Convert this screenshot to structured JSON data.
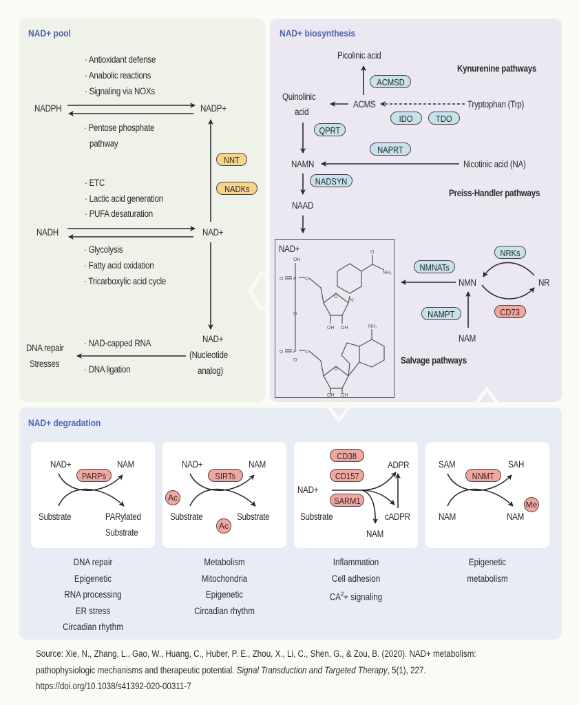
{
  "pool": {
    "title": "NAD+ pool",
    "nadph": "NADPH",
    "nadp": "NADP+",
    "nadph_forward": [
      "· Antioxidant defense",
      "· Anabolic reactions",
      "· Signaling via NOXs"
    ],
    "nadph_reverse": [
      "· Pentose phosphate",
      "pathway"
    ],
    "nadh": "NADH",
    "nad": "NAD+",
    "nadh_forward": [
      "· ETC",
      "· Lactic acid generation",
      "· PUFA desaturation"
    ],
    "nadh_reverse": [
      "· Glycolysis",
      "· Fatty acid oxidation",
      "· Tricarboxylic acid cycle"
    ],
    "enzymes": [
      "NNT",
      "NADKs"
    ],
    "nucleotide": [
      "NAD+",
      "(Nucleotide",
      "analog)"
    ],
    "nucleotide_roles": [
      "· NAD-capped RNA",
      "· DNA ligation"
    ],
    "outcome": [
      "DNA repair",
      "Stresses"
    ]
  },
  "biosynthesis": {
    "title": "NAD+ biosynthesis",
    "kynurenine_label": "Kynurenine pathways",
    "preiss_label": "Preiss-Handler pathways",
    "salvage_label": "Salvage pathways",
    "picolinic": "Picolinic acid",
    "quinolinic": [
      "Quinolinic",
      "acid"
    ],
    "acms": "ACMS",
    "tryptophan": "Tryptophan (Trp)",
    "namn": "NAMN",
    "naad": "NAAD",
    "nicotinic": "Nicotinic acid (NA)",
    "nmn": "NMN",
    "nr": "NR",
    "nam": "NAM",
    "molecule_label": "NAD+",
    "enzymes": {
      "acmsd": "ACMSD",
      "ido": "IDO",
      "tdo": "TDO",
      "qprt": "QPRT",
      "naprt": "NAPRT",
      "nadsyn": "NADSYN",
      "nmnats": "NMNATs",
      "nrks": "NRKs",
      "cd73": "CD73",
      "nampt": "NAMPT"
    }
  },
  "degradation": {
    "title": "NAD+ degradation",
    "cards": [
      {
        "enzyme": "PARPs",
        "top_left": "NAD+",
        "top_right": "NAM",
        "bottom_left": "Substrate",
        "bottom_right": [
          "PARylated",
          "Substrate"
        ],
        "roles": [
          "DNA repair",
          "Epigenetic",
          "RNA processing",
          "ER stress",
          "Circadian rhythm"
        ]
      },
      {
        "enzyme": "SIRTs",
        "top_left": "NAD+",
        "top_right": "NAM",
        "bottom_left": "Substrate",
        "bottom_right": [
          "Substrate"
        ],
        "tag": "Ac",
        "roles": [
          "Metabolism",
          "Mitochondria",
          "Epigenetic",
          "Circadian rhythm"
        ]
      },
      {
        "enzymes": [
          "CD38",
          "CD157",
          "SARM1"
        ],
        "input": "NAD+",
        "substrate": "Substrate",
        "adpr": "ADPR",
        "cadpr": "cADPR",
        "nam": "NAM",
        "roles": [
          "Inflammation",
          "Cell adhesion",
          "CA2+ signaling"
        ]
      },
      {
        "enzyme": "NNMT",
        "top_left": "SAM",
        "top_right": "SAH",
        "bottom_left": "NAM",
        "bottom_right": [
          "NAM"
        ],
        "tag": "Me",
        "roles": [
          "Epigenetic",
          "metabolism"
        ]
      }
    ]
  },
  "source": {
    "line1": "Source: Xie, N., Zhang, L., Gao, W., Huang, C., Huber, P. E., Zhou, X., Li, C., Shen, G., & Zou, B. (2020). NAD+ metabolism:",
    "line2_plain": "pathophysiologic mechanisms and therapeutic potential. ",
    "line2_italic": "Signal Transduction and Targeted Therapy",
    "line2_tail": ", 5(1), 227.",
    "line3": "https://doi.org/10.1038/s41392-020-00311-7"
  },
  "colors": {
    "title": "#4d63b3",
    "orange_pill": "#f8d48a",
    "blue_pill": "#c8e1ea",
    "red_pill": "#f1a6a0"
  }
}
